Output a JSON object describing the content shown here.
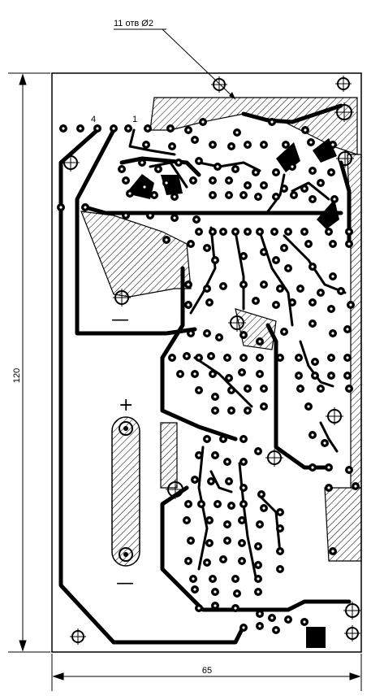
{
  "annotations": {
    "hole_note": "11 отв Ø2",
    "label_4": "4",
    "label_1": "1",
    "plus_sign": "+",
    "minus_sign_upper": "—",
    "minus_sign_lower": "—"
  },
  "dimensions": {
    "width_value": "65",
    "height_value": "120"
  },
  "colors": {
    "ink": "#000000",
    "paper": "#ffffff"
  }
}
